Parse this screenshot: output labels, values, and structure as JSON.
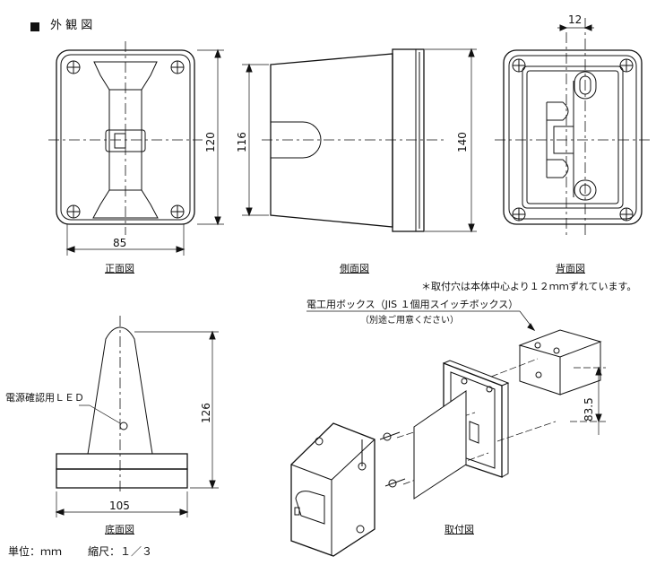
{
  "header": {
    "title": "外 観 図"
  },
  "views": {
    "front": "正面図",
    "side": "側面図",
    "back": "背面図",
    "bottom": "底面図",
    "mounting": "取付図"
  },
  "dimensions": {
    "front_height": "120",
    "front_width": "85",
    "side_height_left": "116",
    "side_height_right": "140",
    "back_hole_offset": "12",
    "bottom_height": "126",
    "bottom_width": "105",
    "box_depth": "83.5"
  },
  "notes": {
    "hole_offset": "＊取付穴は本体中心より１２ｍｍずれています。",
    "box_name": "電工用ボックス（JIS １個用スイッチボックス）",
    "box_separate": "（別途ご用意ください）",
    "led_label": "電源確認用ＬＥＤ",
    "unit": "単位：ｍｍ",
    "scale": "縮尺：１／３"
  }
}
